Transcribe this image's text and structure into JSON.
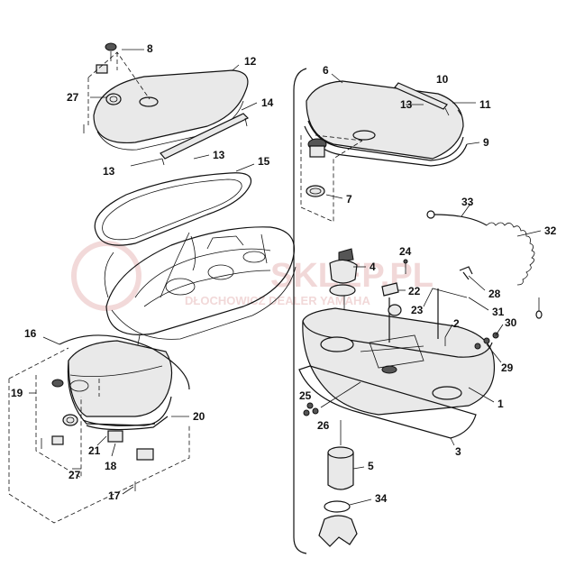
{
  "diagram": {
    "watermark": {
      "main": "SKLEP.PL",
      "sub": "DŁOCHOWICZ  DEALER YAMAHA"
    },
    "callouts": [
      {
        "id": "c1",
        "text": "1"
      },
      {
        "id": "c2",
        "text": "2"
      },
      {
        "id": "c3",
        "text": "3"
      },
      {
        "id": "c4",
        "text": "4"
      },
      {
        "id": "c5",
        "text": "5"
      },
      {
        "id": "c6",
        "text": "6"
      },
      {
        "id": "c7",
        "text": "7"
      },
      {
        "id": "c8",
        "text": "8"
      },
      {
        "id": "c9",
        "text": "9"
      },
      {
        "id": "c10",
        "text": "10"
      },
      {
        "id": "c11",
        "text": "11"
      },
      {
        "id": "c12",
        "text": "12"
      },
      {
        "id": "c13a",
        "text": "13"
      },
      {
        "id": "c13b",
        "text": "13"
      },
      {
        "id": "c13c",
        "text": "13"
      },
      {
        "id": "c14",
        "text": "14"
      },
      {
        "id": "c15",
        "text": "15"
      },
      {
        "id": "c16",
        "text": "16"
      },
      {
        "id": "c17",
        "text": "17"
      },
      {
        "id": "c18",
        "text": "18"
      },
      {
        "id": "c19",
        "text": "19"
      },
      {
        "id": "c20",
        "text": "20"
      },
      {
        "id": "c21",
        "text": "21"
      },
      {
        "id": "c22",
        "text": "22"
      },
      {
        "id": "c23",
        "text": "23"
      },
      {
        "id": "c24",
        "text": "24"
      },
      {
        "id": "c25",
        "text": "25"
      },
      {
        "id": "c26",
        "text": "26"
      },
      {
        "id": "c27a",
        "text": "27"
      },
      {
        "id": "c27b",
        "text": "27"
      },
      {
        "id": "c28",
        "text": "28"
      },
      {
        "id": "c29",
        "text": "29"
      },
      {
        "id": "c30",
        "text": "30"
      },
      {
        "id": "c31",
        "text": "31"
      },
      {
        "id": "c32",
        "text": "32"
      },
      {
        "id": "c33",
        "text": "33"
      },
      {
        "id": "c34",
        "text": "34"
      }
    ]
  }
}
